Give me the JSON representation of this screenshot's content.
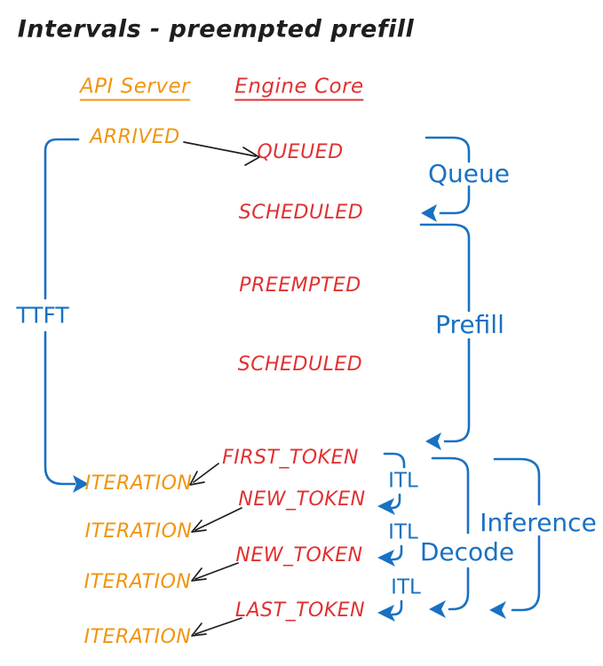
{
  "title": "Intervals - preempted prefill",
  "columns": {
    "api_server": "API Server",
    "engine_core": "Engine Core"
  },
  "api_events": {
    "arrived": "ARRIVED",
    "iteration_1": "ITERATION",
    "iteration_2": "ITERATION",
    "iteration_3": "ITERATION",
    "iteration_4": "ITERATION"
  },
  "engine_events": {
    "queued": "QUEUED",
    "scheduled_1": "SCHEDULED",
    "preempted": "PREEMPTED",
    "scheduled_2": "SCHEDULED",
    "first_token": "FIRST_TOKEN",
    "new_token_1": "NEW_TOKEN",
    "new_token_2": "NEW_TOKEN",
    "last_token": "LAST_TOKEN"
  },
  "intervals": {
    "ttft": "TTFT",
    "queue": "Queue",
    "prefill": "Prefill",
    "itl_1": "ITL",
    "itl_2": "ITL",
    "itl_3": "ITL",
    "decode": "Decode",
    "inference": "Inference"
  },
  "colors": {
    "background": "#ffffff",
    "ink": "#1e1e1e",
    "api": "#f0950f",
    "engine": "#e03131",
    "interval": "#1971c2"
  }
}
